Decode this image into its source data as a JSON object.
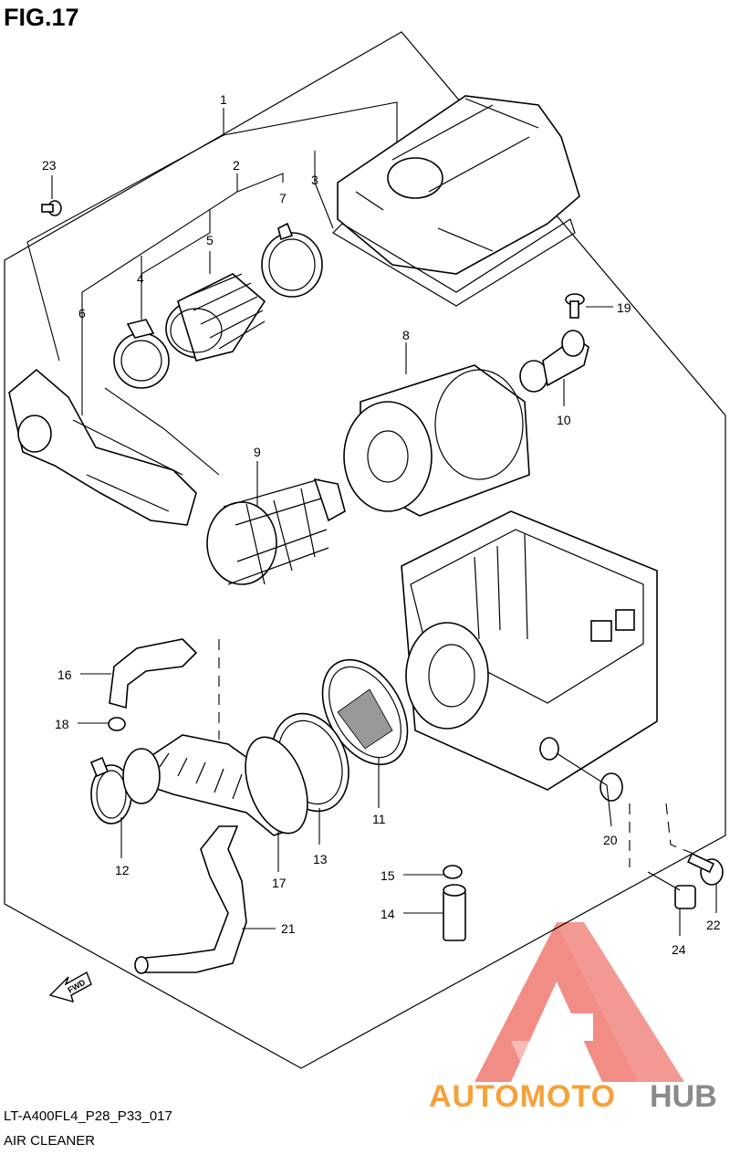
{
  "figure": {
    "title": "FIG.17",
    "code": "LT-A400FL4_P28_P33_017",
    "name": "AIR CLEANER",
    "fwd_label": "FWD"
  },
  "parts": [
    {
      "id": "part-1",
      "label": "1"
    },
    {
      "id": "part-2",
      "label": "2"
    },
    {
      "id": "part-3",
      "label": "3"
    },
    {
      "id": "part-4",
      "label": "4"
    },
    {
      "id": "part-5",
      "label": "5"
    },
    {
      "id": "part-6",
      "label": "6"
    },
    {
      "id": "part-7",
      "label": "7"
    },
    {
      "id": "part-8",
      "label": "8"
    },
    {
      "id": "part-9",
      "label": "9"
    },
    {
      "id": "part-10",
      "label": "10"
    },
    {
      "id": "part-11",
      "label": "11"
    },
    {
      "id": "part-12",
      "label": "12"
    },
    {
      "id": "part-13",
      "label": "13"
    },
    {
      "id": "part-14",
      "label": "14"
    },
    {
      "id": "part-15",
      "label": "15"
    },
    {
      "id": "part-16",
      "label": "16"
    },
    {
      "id": "part-17",
      "label": "17"
    },
    {
      "id": "part-18",
      "label": "18"
    },
    {
      "id": "part-19",
      "label": "19"
    },
    {
      "id": "part-20",
      "label": "20"
    },
    {
      "id": "part-21",
      "label": "21"
    },
    {
      "id": "part-22",
      "label": "22"
    },
    {
      "id": "part-23",
      "label": "23"
    },
    {
      "id": "part-24",
      "label": "24"
    }
  ],
  "watermark": {
    "brand_a": "AUTOMOTO",
    "brand_b": "HUB",
    "color_red": "#f07a72",
    "color_orange": "#f5a13a",
    "color_grey": "#8a8a8a"
  }
}
